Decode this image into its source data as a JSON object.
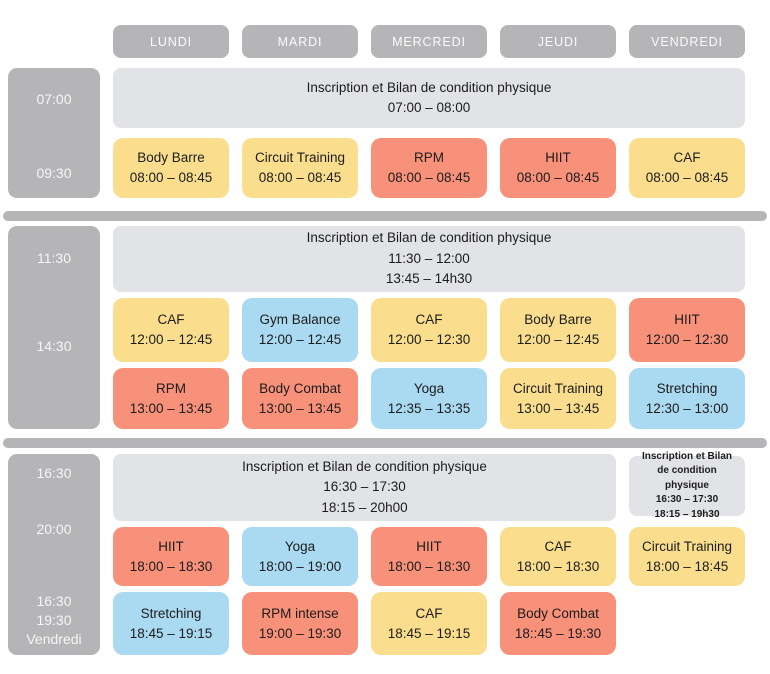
{
  "colors": {
    "gray": "#b5b5b8",
    "light_gray": "#e2e3e7",
    "yellow": "#fade8e",
    "red": "#f8917a",
    "blue": "#aadaf1"
  },
  "days": [
    "LUNDI",
    "MARDI",
    "MERCREDI",
    "JEUDI",
    "VENDREDI"
  ],
  "sections": [
    {
      "times": [
        "07:00",
        "09:30"
      ],
      "banner": {
        "title": "Inscription et Bilan de condition physique",
        "line1": "07:00 – 08:00"
      },
      "rows": [
        [
          {
            "name": "Body Barre",
            "time": "08:00 – 08:45",
            "color": "yellow"
          },
          {
            "name": "Circuit Training",
            "time": "08:00 – 08:45",
            "color": "yellow"
          },
          {
            "name": "RPM",
            "time": "08:00 – 08:45",
            "color": "red"
          },
          {
            "name": "HIIT",
            "time": "08:00 – 08:45",
            "color": "red"
          },
          {
            "name": "CAF",
            "time": "08:00 – 08:45",
            "color": "yellow"
          }
        ]
      ]
    },
    {
      "times": [
        "11:30",
        "14:30"
      ],
      "banner": {
        "title": "Inscription et Bilan de condition physique",
        "line1": "11:30 – 12:00",
        "line2": "13:45 – 14h30"
      },
      "rows": [
        [
          {
            "name": "CAF",
            "time": "12:00 – 12:45",
            "color": "yellow"
          },
          {
            "name": "Gym Balance",
            "time": "12:00 – 12:45",
            "color": "blue"
          },
          {
            "name": "CAF",
            "time": "12:00 – 12:30",
            "color": "yellow"
          },
          {
            "name": "Body Barre",
            "time": "12:00 – 12:45",
            "color": "yellow"
          },
          {
            "name": "HIIT",
            "time": "12:00 – 12:30",
            "color": "red"
          }
        ],
        [
          {
            "name": "RPM",
            "time": "13:00 – 13:45",
            "color": "red"
          },
          {
            "name": "Body Combat",
            "time": "13:00 – 13:45",
            "color": "red"
          },
          {
            "name": "Yoga",
            "time": "12:35 – 13:35",
            "color": "blue"
          },
          {
            "name": "Circuit Training",
            "time": "13:00 – 13:45",
            "color": "yellow"
          },
          {
            "name": "Stretching",
            "time": "12:30 – 13:00",
            "color": "blue"
          }
        ]
      ]
    },
    {
      "times": [
        "16:30",
        "20:00",
        "16:30",
        "19:30",
        "Vendredi"
      ],
      "banner": {
        "title": "Inscription et Bilan de condition physique",
        "line1": "16:30 – 17:30",
        "line2": "18:15 – 20h00"
      },
      "side_banner": {
        "title": "Inscription et Bilan de condition physique",
        "line1": "16:30 – 17:30",
        "line2": "18:15 – 19h30"
      },
      "rows": [
        [
          {
            "name": "HIIT",
            "time": "18:00 – 18:30",
            "color": "red"
          },
          {
            "name": "Yoga",
            "time": "18:00 – 19:00",
            "color": "blue"
          },
          {
            "name": "HIIT",
            "time": "18:00 – 18:30",
            "color": "red"
          },
          {
            "name": "CAF",
            "time": "18:00 – 18:30",
            "color": "yellow"
          },
          {
            "name": "Circuit Training",
            "time": "18:00 – 18:45",
            "color": "yellow"
          }
        ],
        [
          {
            "name": "Stretching",
            "time": "18:45 – 19:15",
            "color": "blue"
          },
          {
            "name": "RPM intense",
            "time": "19:00 – 19:30",
            "color": "red"
          },
          {
            "name": "CAF",
            "time": "18:45 – 19:15",
            "color": "yellow"
          },
          {
            "name": "Body Combat",
            "time": "18::45 – 19:30",
            "color": "red"
          }
        ]
      ]
    }
  ]
}
